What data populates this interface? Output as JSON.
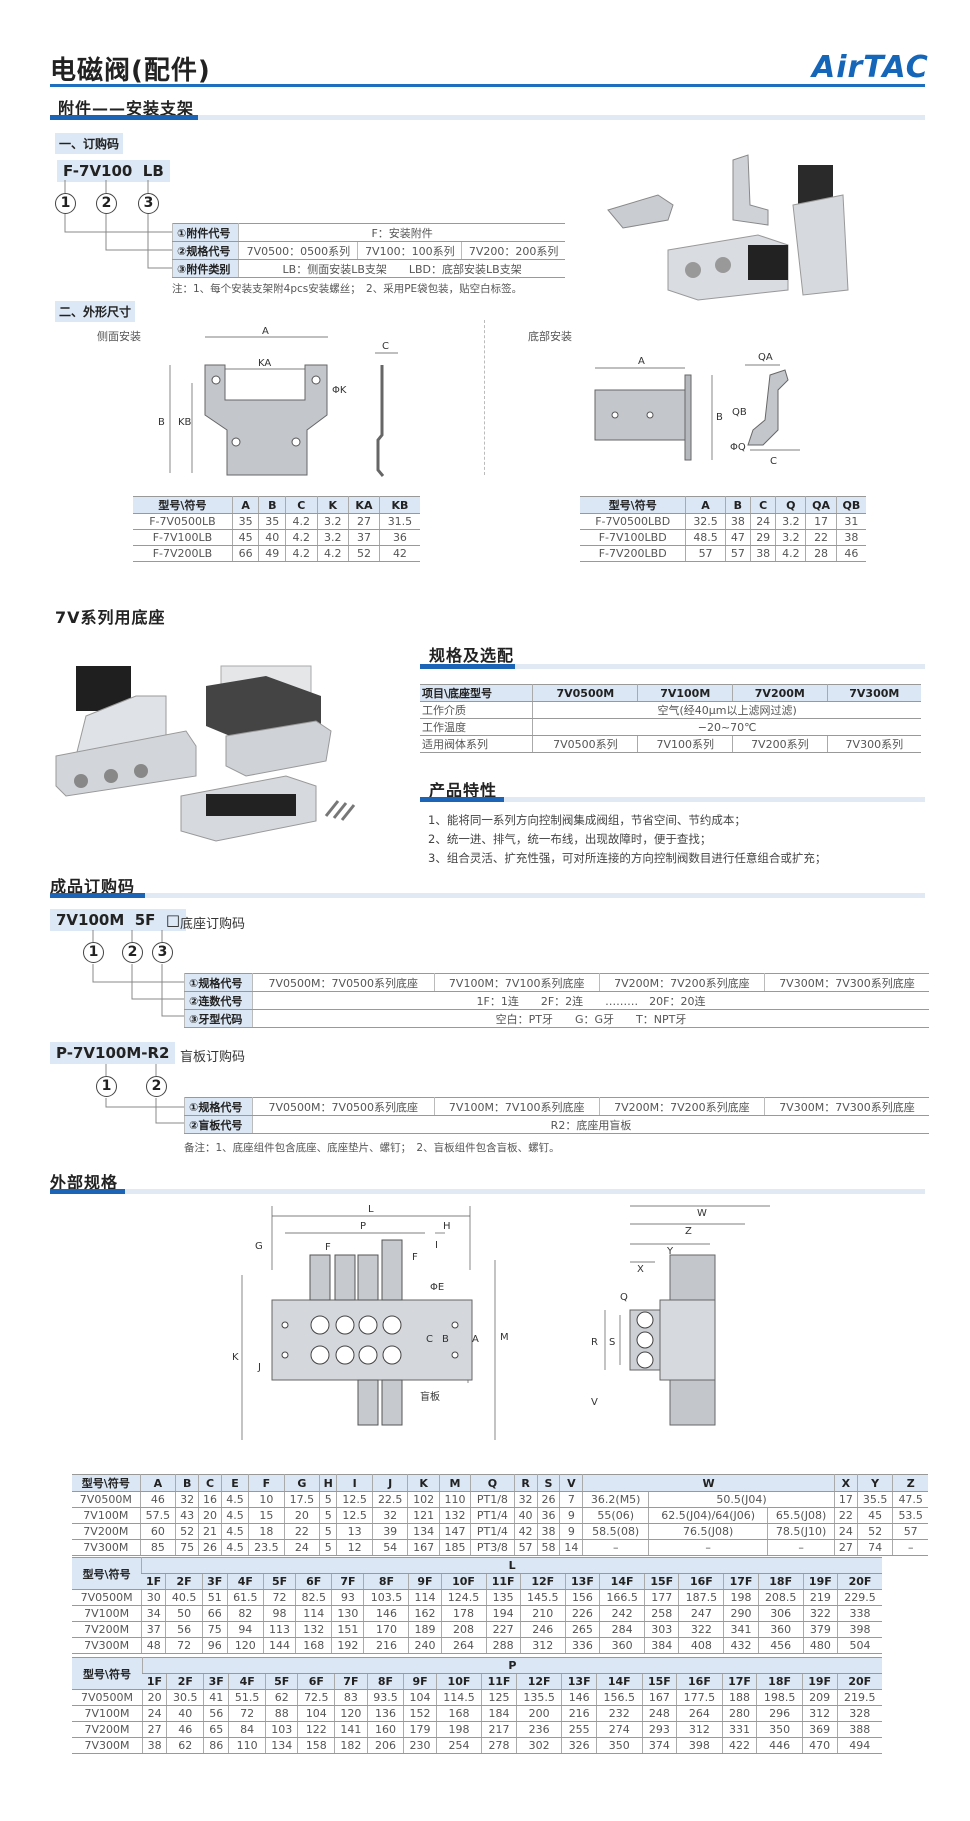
{
  "header": {
    "title": "电磁阀(配件)",
    "logo": "AirTAC"
  },
  "accessory": {
    "title": "附件——安装支架",
    "order": {
      "heading": "一、订购码",
      "code": "F-7V100  LB",
      "markers": [
        "1",
        "2",
        "3"
      ],
      "rows": [
        {
          "label": "①附件代号",
          "cells": [
            "F：安装附件"
          ]
        },
        {
          "label": "②规格代号",
          "cells": [
            "7V0500：0500系列",
            "7V100：100系列",
            "7V200：200系列"
          ]
        },
        {
          "label": "③附件类别",
          "cells": [
            "LB：侧面安装LB支架　　LBD：底部安装LB支架"
          ]
        }
      ],
      "note": "注：1、每个安装支架附4pcs安装螺丝；　2、采用PE袋包装，贴空白标签。"
    },
    "dims": {
      "heading": "二、外形尺寸",
      "side_label": "侧面安装",
      "bottom_label": "底部安装",
      "side_drawing_labels": {
        "a": "A",
        "ka": "KA",
        "b": "B",
        "kb": "KB",
        "c": "C",
        "phik": "ΦK"
      },
      "bottom_drawing_labels": {
        "a": "A",
        "b": "B",
        "qa": "QA",
        "qb": "QB",
        "c": "C",
        "phiq": "ΦQ"
      },
      "side_table": {
        "headers": [
          "型号\\符号",
          "A",
          "B",
          "C",
          "K",
          "KA",
          "KB"
        ],
        "rows": [
          [
            "F-7V0500LB",
            "35",
            "35",
            "4.2",
            "3.2",
            "27",
            "31.5"
          ],
          [
            "F-7V100LB",
            "45",
            "40",
            "4.2",
            "3.2",
            "37",
            "36"
          ],
          [
            "F-7V200LB",
            "66",
            "49",
            "4.2",
            "4.2",
            "52",
            "42"
          ]
        ]
      },
      "bottom_table": {
        "headers": [
          "型号\\符号",
          "A",
          "B",
          "C",
          "Q",
          "QA",
          "QB"
        ],
        "rows": [
          [
            "F-7V0500LBD",
            "32.5",
            "38",
            "24",
            "3.2",
            "17",
            "31"
          ],
          [
            "F-7V100LBD",
            "48.5",
            "47",
            "29",
            "3.2",
            "22",
            "38"
          ],
          [
            "F-7V200LBD",
            "57",
            "57",
            "38",
            "4.2",
            "28",
            "46"
          ]
        ]
      }
    }
  },
  "base": {
    "title": "7V系列用底座",
    "spec": {
      "title": "规格及选配",
      "headers": [
        "项目\\底座型号",
        "7V0500M",
        "7V100M",
        "7V200M",
        "7V300M"
      ],
      "medium_label": "工作介质",
      "medium": "空气(经40μm以上滤网过滤)",
      "temp_label": "工作温度",
      "temp": "−20~70℃",
      "series_label": "适用阀体系列",
      "series": [
        "7V0500系列",
        "7V100系列",
        "7V200系列",
        "7V300系列"
      ]
    },
    "features": {
      "title": "产品特性",
      "items": [
        "1、能将同一系列方向控制阀集成阀组，节省空间、节约成本；",
        "2、统一进、排气，统一布线，出现故障时，便于查找；",
        "3、组合灵活、扩充性强，可对所连接的方向控制阀数目进行任意组合或扩充；"
      ]
    }
  },
  "product_order": {
    "title": "成品订购码",
    "base_code": {
      "code": "7V100M  5F",
      "box": "□",
      "caption": "底座订购码",
      "markers": [
        "1",
        "2",
        "3"
      ],
      "rows": [
        {
          "label": "①规格代号",
          "cells": [
            "7V0500M：7V0500系列底座",
            "7V100M：7V100系列底座",
            "7V200M：7V200系列底座",
            "7V300M：7V300系列底座"
          ]
        },
        {
          "label": "②连数代号",
          "cells": [
            "1F：1连　　2F：2连　　………　20F：20连"
          ]
        },
        {
          "label": "③牙型代码",
          "cells": [
            "空白：PT牙　　G：G牙　　T：NPT牙"
          ]
        }
      ]
    },
    "blank_code": {
      "code": "P-7V100M-R2",
      "caption": "盲板订购码",
      "markers": [
        "1",
        "2"
      ],
      "rows": [
        {
          "label": "①规格代号",
          "cells": [
            "7V0500M：7V0500系列底座",
            "7V100M：7V100系列底座",
            "7V200M：7V200系列底座",
            "7V300M：7V300系列底座"
          ]
        },
        {
          "label": "②盲板代号",
          "cells": [
            "R2：底座用盲板"
          ]
        }
      ]
    },
    "note": "备注：1、底座组件包含底座、底座垫片、螺钉；　2、盲板组件包含盲板、螺钉。"
  },
  "external": {
    "title": "外部规格",
    "front_labels": {
      "l": "L",
      "p": "P",
      "h": "H",
      "g": "G",
      "i": "I",
      "f1": "F",
      "f2": "F",
      "phie": "ΦE",
      "k": "K",
      "j": "J",
      "c": "C",
      "b": "B",
      "a": "A",
      "m": "M",
      "blank": "盲板"
    },
    "side_labels": {
      "w": "W",
      "z": "Z",
      "y": "Y",
      "x": "X",
      "q": "Q",
      "r": "R",
      "s": "S",
      "v": "V"
    },
    "dim_table": {
      "headers": [
        "型号\\符号",
        "A",
        "B",
        "C",
        "E",
        "F",
        "G",
        "H",
        "I",
        "J",
        "K",
        "M",
        "Q",
        "R",
        "S",
        "V",
        "W",
        "X",
        "Y",
        "Z"
      ],
      "rows": [
        {
          "model": "7V0500M",
          "vals": [
            "46",
            "32",
            "16",
            "4.5",
            "10",
            "17.5",
            "5",
            "12.5",
            "22.5",
            "102",
            "110",
            "PT1/8",
            "32",
            "26",
            "7"
          ],
          "w": [
            {
              "v": "36.2(M5)",
              "span": 1
            },
            {
              "v": "50.5(J04)",
              "span": 2
            }
          ],
          "xyz": [
            "17",
            "35.5",
            "47.5"
          ]
        },
        {
          "model": "7V100M",
          "vals": [
            "57.5",
            "43",
            "20",
            "4.5",
            "15",
            "20",
            "5",
            "12.5",
            "32",
            "121",
            "132",
            "PT1/4",
            "40",
            "36",
            "9"
          ],
          "w": [
            {
              "v": "55(06)",
              "span": 1
            },
            {
              "v": "62.5(J04)/64(J06)",
              "span": 1
            },
            {
              "v": "65.5(J08)",
              "span": 1
            }
          ],
          "xyz": [
            "22",
            "45",
            "53.5"
          ]
        },
        {
          "model": "7V200M",
          "vals": [
            "60",
            "52",
            "21",
            "4.5",
            "18",
            "22",
            "5",
            "13",
            "39",
            "134",
            "147",
            "PT1/4",
            "42",
            "38",
            "9"
          ],
          "w": [
            {
              "v": "58.5(08)",
              "span": 1
            },
            {
              "v": "76.5(J08)",
              "span": 1
            },
            {
              "v": "78.5(J10)",
              "span": 1
            }
          ],
          "xyz": [
            "24",
            "52",
            "57"
          ]
        },
        {
          "model": "7V300M",
          "vals": [
            "85",
            "75",
            "26",
            "4.5",
            "23.5",
            "24",
            "5",
            "12",
            "54",
            "167",
            "185",
            "PT3/8",
            "57",
            "58",
            "14"
          ],
          "w": [
            {
              "v": "–",
              "span": 1
            },
            {
              "v": "–",
              "span": 1
            },
            {
              "v": "–",
              "span": 1
            }
          ],
          "xyz": [
            "27",
            "74",
            "–"
          ]
        }
      ]
    },
    "l_table": {
      "corner": "型号\\符号",
      "symbol": "L",
      "cols": [
        "1F",
        "2F",
        "3F",
        "4F",
        "5F",
        "6F",
        "7F",
        "8F",
        "9F",
        "10F",
        "11F",
        "12F",
        "13F",
        "14F",
        "15F",
        "16F",
        "17F",
        "18F",
        "19F",
        "20F"
      ],
      "rows": [
        [
          "7V0500M",
          "30",
          "40.5",
          "51",
          "61.5",
          "72",
          "82.5",
          "93",
          "103.5",
          "114",
          "124.5",
          "135",
          "145.5",
          "156",
          "166.5",
          "177",
          "187.5",
          "198",
          "208.5",
          "219",
          "229.5"
        ],
        [
          "7V100M",
          "34",
          "50",
          "66",
          "82",
          "98",
          "114",
          "130",
          "146",
          "162",
          "178",
          "194",
          "210",
          "226",
          "242",
          "258",
          "247",
          "290",
          "306",
          "322",
          "338"
        ],
        [
          "7V200M",
          "37",
          "56",
          "75",
          "94",
          "113",
          "132",
          "151",
          "170",
          "189",
          "208",
          "227",
          "246",
          "265",
          "284",
          "303",
          "322",
          "341",
          "360",
          "379",
          "398"
        ],
        [
          "7V300M",
          "48",
          "72",
          "96",
          "120",
          "144",
          "168",
          "192",
          "216",
          "240",
          "264",
          "288",
          "312",
          "336",
          "360",
          "384",
          "408",
          "432",
          "456",
          "480",
          "504"
        ]
      ]
    },
    "p_table": {
      "corner": "型号\\符号",
      "symbol": "P",
      "cols": [
        "1F",
        "2F",
        "3F",
        "4F",
        "5F",
        "6F",
        "7F",
        "8F",
        "9F",
        "10F",
        "11F",
        "12F",
        "13F",
        "14F",
        "15F",
        "16F",
        "17F",
        "18F",
        "19F",
        "20F"
      ],
      "rows": [
        [
          "7V0500M",
          "20",
          "30.5",
          "41",
          "51.5",
          "62",
          "72.5",
          "83",
          "93.5",
          "104",
          "114.5",
          "125",
          "135.5",
          "146",
          "156.5",
          "167",
          "177.5",
          "188",
          "198.5",
          "209",
          "219.5"
        ],
        [
          "7V100M",
          "24",
          "40",
          "56",
          "72",
          "88",
          "104",
          "120",
          "136",
          "152",
          "168",
          "184",
          "200",
          "216",
          "232",
          "248",
          "264",
          "280",
          "296",
          "312",
          "328"
        ],
        [
          "7V200M",
          "27",
          "46",
          "65",
          "84",
          "103",
          "122",
          "141",
          "160",
          "179",
          "198",
          "217",
          "236",
          "255",
          "274",
          "293",
          "312",
          "331",
          "350",
          "369",
          "388"
        ],
        [
          "7V300M",
          "38",
          "62",
          "86",
          "110",
          "134",
          "158",
          "182",
          "206",
          "230",
          "254",
          "278",
          "302",
          "326",
          "350",
          "374",
          "398",
          "422",
          "446",
          "470",
          "494"
        ]
      ]
    }
  },
  "colors": {
    "brand": "#1565b8",
    "heading_bar": "#1c64b5",
    "table_header": "#dbe7f4"
  }
}
